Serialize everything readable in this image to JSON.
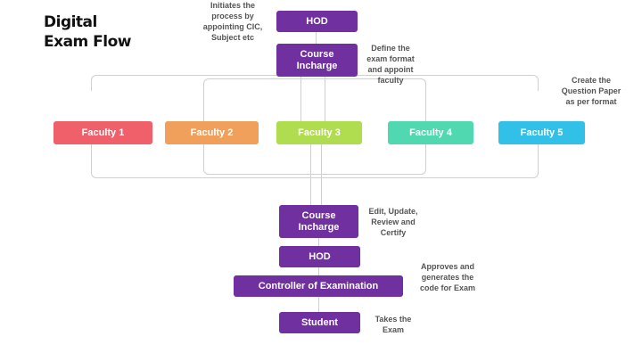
{
  "title": {
    "line1": "Digital",
    "line2": "Exam Flow"
  },
  "nodes": {
    "hod_top": "HOD",
    "course_incharge_top": "Course Incharge",
    "faculty": [
      {
        "label": "Faculty 1",
        "color": "#f0606a"
      },
      {
        "label": "Faculty 2",
        "color": "#f0a05a"
      },
      {
        "label": "Faculty 3",
        "color": "#b0dc50"
      },
      {
        "label": "Faculty 4",
        "color": "#50d8b0"
      },
      {
        "label": "Faculty 5",
        "color": "#30c0e8"
      }
    ],
    "course_incharge_bottom": "Course Incharge",
    "hod_bottom": "HOD",
    "controller": "Controller of Examination",
    "student": "Student"
  },
  "notes": {
    "initiates": "Initiates the process by appointing CIC, Subject etc",
    "define": "Define the exam format and appoint faculty",
    "create": "Create the Question Paper as per format",
    "edit": "Edit, Update, Review and Certify",
    "approves": "Approves and generates the code for Exam",
    "takes": "Takes the Exam"
  },
  "colors": {
    "node_purple": "#7030a0",
    "connector": "#d0d0d0",
    "note_text": "#555555"
  }
}
